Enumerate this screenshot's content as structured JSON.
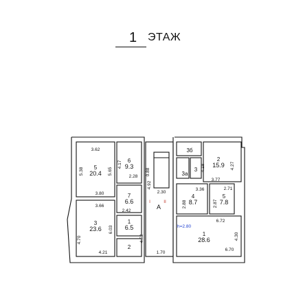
{
  "header": {
    "floor_number": "1",
    "floor_word": "ЭТАЖ"
  },
  "rooms": [
    {
      "id": "5",
      "area": "20.4"
    },
    {
      "id": "6",
      "area": "9.3"
    },
    {
      "id": "7",
      "area": "6.6"
    },
    {
      "id": "3",
      "area": "23.6"
    },
    {
      "id": "1",
      "area": "6.5"
    },
    {
      "id": "2",
      "area": ""
    },
    {
      "id": "A",
      "area": ""
    },
    {
      "id": "3б",
      "area": ""
    },
    {
      "id": "3а",
      "area": ""
    },
    {
      "id": "3",
      "area": ""
    },
    {
      "id": "2",
      "area": "15.9"
    },
    {
      "id": "4",
      "area": "8.7"
    },
    {
      "id": "5",
      "area": "7.8"
    },
    {
      "id": "1",
      "area": "28.6"
    }
  ],
  "dimensions": [
    "3.62",
    "5.38",
    "5.65",
    "3.80",
    "3.66",
    "4.70",
    "6.03",
    "4.21",
    "4.17",
    "2.28",
    "2.42",
    "4.52",
    "0.88",
    "4.92",
    "2.30",
    "1.70",
    "4.18",
    "4.27",
    "3.77",
    "3.36",
    "2.71",
    "2.88",
    "2.87",
    "6.72",
    "4.30",
    "6.70"
  ],
  "sections": {
    "left": "I",
    "right": "II"
  },
  "height_note": "h=2.80"
}
